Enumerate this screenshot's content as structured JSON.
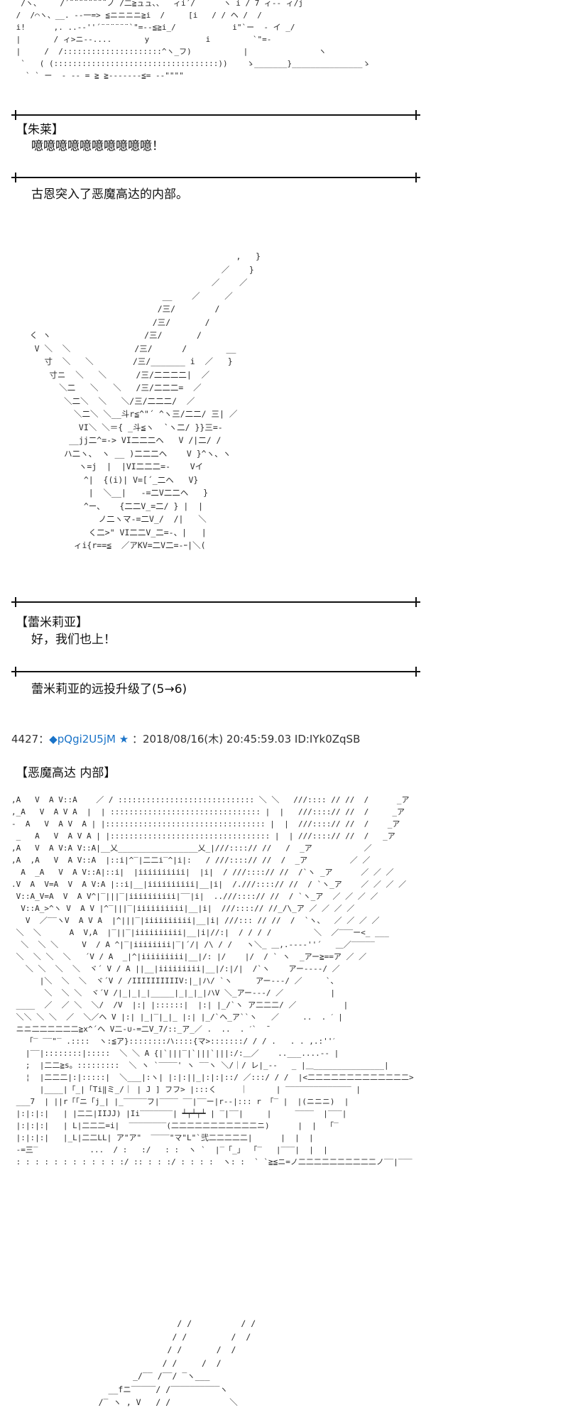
{
  "art": {
    "top": "  /ヽ、    /´¨¨¨¨¨¨¨¨ノ /二≧ュュ、、  ィi´/      ヽ i / 7 ィ-- ィ/j\n /  /⌒ヽ、__. --一=> ≦ニニニニ≧i  /     [i   / / ヘ /  /\n i!      ,. ..-‐''´¨¨¨¨¨¨`\"=-‐≦≧i_/            i\"`ー  - イ _/\n |       / ィ>ニ-‐....       y            i         `\"=-\n |     /  /:::::::::::::::::::::^ヽ_フ)           |               ヽ\n  `   ( (:::::::::::::::::::::::::::::::::::))    ゝ_______}_______________ゝ\n   ` ` ー  ‐ -‐ = ≧ ≧-------≦= -‐\"\"\"\"",
    "middle": "                                              ,   }\n                                           ／    }\n                                         ／    ／\n                               __    ／     ／\n                              /三/        /\n                             /三/       /\n    く ヽ                   /三/       /\n     V ＼  ＼             /三/      /        __\n       寸  ＼   ＼        /三/_______ i  ／   }\n        寸ニ  ＼   ＼      /三/二二二二|  ／\n          ＼二   ＼   ＼   /三/二二二=  ／\n           ＼二＼  ＼   ＼/三/二二二/  ／\n             ＼二＼ ＼__斗r≦^\"´ ^ヽ三/二二/ 三| ／\n              VI＼ ＼＝{ _斗≦ヽ  `ヽ二/ }}三=-\n            __jj二^=-> VI二二二ヘ   V /|二/ /\n           ハ二ヽ、 ヽ __ )二二二ヘ    V }^ヽ、ヽ\n              ヽ=j  |  |VI二二二=-    Vイ\n               ^|  {(i)| V=[´_二ヘ   V}\n                |  ＼__|   -=二V二二ヘ   }\n               ^ー、   {二二V_=二/ } |  |\n                  ノ二ヽマ-=二V_/  /|   ＼\n                く二>\" VI二二V_二=-、|   |\n             ィi{r==≦  ／アKV=二V二=-ｰ|＼(",
    "bottom_scene": ",A   V  A V::A    ／ / ::::::::::::::::::::::::::::: ＼ ＼   ///:::: // //  /      _ア\n,_A   V  A V A  |  | :::::::::::::::::::::::::::::::: |  |   ///::::// //  /     _ア\n-  A   V  A V  A | |:::::::::::::::::::::::::::::::::: |  |  ///::::// //  /    _ア\n _   A   V  A V A | |:::::::::::::::::::::::::::::::::: |  | ///::::// //  /   _ア\n,A   V  A V:A V::A|__乂_________________乂_|///::::// //   /  _ア           ／\n,A  ,A   V  A V::A  |::i|^‾|二二i‾^|i|:   / ///::::// //  /  _ア         ／ ／\n  A  _A   V  A V::A|::i|  |iiiiiiiiii|  |i|  / ///::::// //  /`ヽ _ア      ／ ／ ／\n.V  A  V=A  V  A V:A |::i|__|iiiiiiiiii|__|i|  /.///::::// //  / `ヽ_ア    ／ ／ ／ ／\n V::A_V=A  V  A V^|‾|||‾|iiiiiiiiii|‾‾|i|  ..///::::// //  / `ヽ_ア  ／ ／ ／ ／\n  V::A_>^ヽ V  A V |^‾|||‾|iiiiiiiiii|__|i|  ///::::// //_/\\_ア ／ ／ ／ ／\n   V  ／‾‾ヽV  A V A  |^|||‾|iiiiiiiiii|__|i| ///::: // //  /  `ヽ、  ／ ／ ／ ／\n ＼  ＼      A  V,A  |‾||‾|iiiiiiiiii|__|i|//:|  / / / /         ＼  ／‾‾‾ー<_ ___\n  ＼  ＼ ＼     V  / A ^|‾|iiiiiiii|‾|´/| /\\ / /   ヽ＼_ ＿,.-‐-‐''´   ＿／‾‾‾‾‾\n ＼  ＼ ＼  ＼   ´V / A  _|^|iiiiiiiii|__|/: |/    |/  / ` ヽ  _アー≧==ア ／ ／\n   ＼ ＼  ＼  ＼  ヾ´ V / A ||__|iiiiiiiii|__|/:|/|  /`ヽ    アー----/ ／\n      |＼  ＼  ＼  ヾ´V / /IIIIIIIIIIV:|_|ハ/ `ヽ     アー---/ ／     `、\n       ＼  ＼ ＼  ヾ´V /|_|_|_|_____|_|_|_|ハV ＼_アー---/ ／          |\n ____  ／  ／ ＼  ＼/  /V  |:| |::::::|  |:| |_/`ヽ ア二二二/ ／          |\n ＼＼ ＼ ＼  ／  ＼／ヘ V |:| |_|‾|_|_ |:| |_/`ヘ_ア``ヽ   ／     ..  . ˊ |\n ニニ二二二二二二≧x^´ヘ V二-∪-=二V_7/::_ア_／ .  ..  . ˊ`  ̄\n   「‾ ‾‾\"‾ .::::  ヽ:≦ア}::::::::ハ::::{マ>:::::::/ / / .   . . ,.:''ˊ\n   |‾‾|::::::::|:::::  ＼ ＼ A {|`|||‾|`|||`|||:/:＿／    ..___....-‐ |\n   ;  |二二≧s。:::::::::  ＼ ヽ `‾‾‾‾' ヽ ‾‾ヽ ＼/｜/ レ|_-‐   _ |＿_______________|\n   ¦  |二二二|:|:::::|  ＼___|:ヽ| |:|:||_|:|:|::/ ／:::/ / /  |<二二二二二二二二二二二二二>\n      |____|「_|「Ti‖ミ_/｜ | J ] フフ> |:::く     ｜      | ‾‾‾‾‾‾‾‾‾‾‾‾‾‾ |\n ___7  | ||r「「ニ「j_| |_‾‾‾‾‾フ|‾‾‾‾ ‾‾|‾‾ー|r--|::: r 「‾ |  |(ニニニ)  |\n |:|:|:|   | |二二|IIJJ) |Ii‾‾‾‾‾‾‾| ┷┯┷┯┷ | ‾|‾‾|     |     ‾‾‾‾  |‾‾‾|\n |:|:|:|   | L|二二二=i|  ‾‾‾‾‾‾‾‾(二二二二二二二二二二二ニ)      |  |  「‾\n |:|:|:|   |_L|二二LL| ア\"ア\"  ‾‾‾‾\"マ\"L\"`弐二二二二二|      |  |  |\n -=三‾           ...  / :   :/   : :  ヽ `  |‾「_」 「‾   |‾‾‾|  |  |\n : : : : : : : : : : : :/ :: : : :/ : : : :  ヽ: :  ` `≧≦ニ=ノ二二二二二二二二二二ノ‾‾|‾‾‾",
    "final": "                                  / /          / /\n                                 / /         /  /\n                                / /       /  /\n                               / /     /  /\n                         _/‾‾ /‾‾/ ‾ヽ___\n                    __fニ‾‾‾‾‾/ /‾‾‾‾‾‾‾‾‾‾ヽ\n                  /‾ ヽ , V   / /            ＼"
  },
  "blocks": [
    {
      "speaker": "【朱莱】",
      "dialog": "噫噫噫噫噫噫噫噫噫噫！"
    },
    {
      "narration": "古恩突入了恶魔高达的内部。"
    },
    {
      "speaker": "【蕾米莉亚】",
      "dialog": "好，我们也上！"
    },
    {
      "narration": "蕾米莉亚的远投升级了(5→6)"
    }
  ],
  "post": {
    "number": "4427：",
    "diamond": "◆",
    "trip": "pQgi2U5jM",
    "star": "★",
    "sep": "：",
    "datetime": "2018/08/16(木) 20:45:59.03",
    "id": "ID:IYk0ZqSB"
  },
  "location": "【恶魔高达  内部】"
}
